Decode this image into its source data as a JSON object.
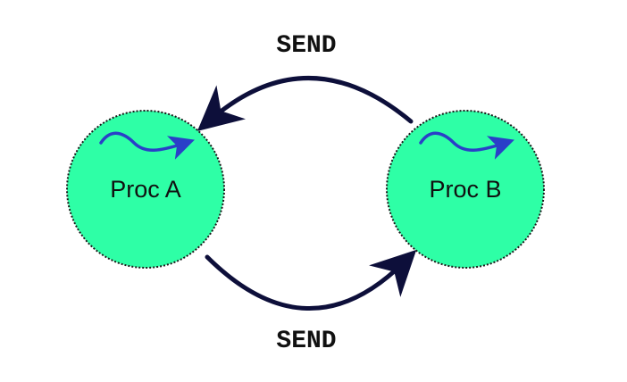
{
  "colors": {
    "node_fill": "#2effa6",
    "node_border": "#1a1a1a",
    "arrow": "#0d0f3a",
    "squiggle": "#2a3fc8"
  },
  "nodes": [
    {
      "id": "proc-a",
      "label": "Proc A",
      "icon": "squiggle-arrow-icon"
    },
    {
      "id": "proc-b",
      "label": "Proc B",
      "icon": "squiggle-arrow-icon"
    }
  ],
  "edges": [
    {
      "from": "proc-b",
      "to": "proc-a",
      "label": "SEND"
    },
    {
      "from": "proc-a",
      "to": "proc-b",
      "label": "SEND"
    }
  ]
}
